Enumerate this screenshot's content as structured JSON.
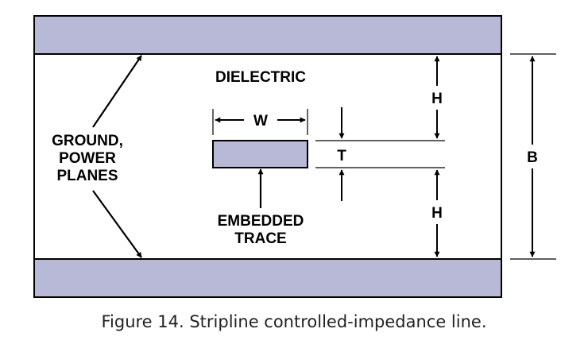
{
  "diagram": {
    "labels": {
      "dielectric": "DIELECTRIC",
      "ground_line1": "GROUND,",
      "ground_line2": "POWER",
      "ground_line3": "PLANES",
      "width": "W",
      "thickness": "T",
      "height_top": "H",
      "height_bottom": "H",
      "total": "B",
      "trace_line1": "EMBEDDED",
      "trace_line2": "TRACE"
    },
    "colors": {
      "plane_fill": "#b7b9d6",
      "trace_fill": "#b7b9d6",
      "stroke": "#000000"
    }
  },
  "caption": "Figure 14. Stripline controlled-impedance line."
}
